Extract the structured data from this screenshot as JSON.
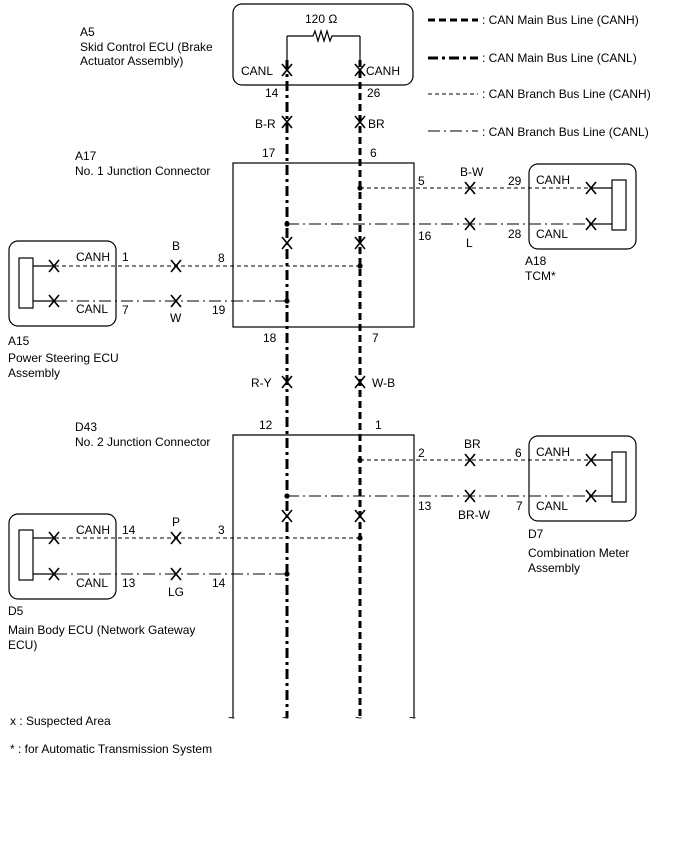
{
  "diagram": {
    "resistor_label": "120 Ω",
    "legend": {
      "main_canh": ": CAN Main Bus Line (CANH)",
      "main_canl": ": CAN Main Bus Line (CANL)",
      "branch_canh": ": CAN Branch Bus Line (CANH)",
      "branch_canl": ": CAN Branch Bus Line (CANL)"
    },
    "a5": {
      "code": "A5",
      "name_line1": "Skid Control ECU (Brake",
      "name_line2": "Actuator Assembly)",
      "canl": "CANL",
      "canh": "CANH",
      "pin_l": "14",
      "pin_h": "26",
      "wire_l": "B-R",
      "wire_h": "BR"
    },
    "a17": {
      "code": "A17",
      "name": "No. 1 Junction Connector",
      "pin_top_l": "17",
      "pin_top_h": "6",
      "pin_bot_l": "18",
      "pin_bot_h": "7",
      "pin_5": "5",
      "pin_16": "16",
      "pin_8": "8",
      "pin_19": "19"
    },
    "a18": {
      "code": "A18",
      "name": "TCM*",
      "canh": "CANH",
      "canl": "CANL",
      "pin_h": "29",
      "pin_l": "28",
      "wire_h": "B-W",
      "wire_l": "L"
    },
    "a15": {
      "code": "A15",
      "name_line1": "Power Steering ECU",
      "name_line2": "Assembly",
      "canh": "CANH",
      "canl": "CANL",
      "pin_h": "1",
      "pin_l": "7",
      "wire_h": "B",
      "wire_l": "W"
    },
    "mid_wires": {
      "wire_l": "R-Y",
      "wire_h": "W-B"
    },
    "d43": {
      "code": "D43",
      "name": "No. 2 Junction Connector",
      "pin_top_l": "12",
      "pin_top_h": "1",
      "pin_2": "2",
      "pin_13": "13",
      "pin_3": "3",
      "pin_14": "14"
    },
    "d7": {
      "code": "D7",
      "name_line1": "Combination Meter",
      "name_line2": "Assembly",
      "canh": "CANH",
      "canl": "CANL",
      "pin_h": "6",
      "pin_l": "7",
      "wire_h": "BR",
      "wire_l": "BR-W"
    },
    "d5": {
      "code": "D5",
      "name_line1": "Main Body ECU (Network Gateway",
      "name_line2": "ECU)",
      "canh": "CANH",
      "canl": "CANL",
      "pin_h": "14",
      "pin_l": "13",
      "wire_h": "P",
      "wire_l": "LG"
    },
    "notes": {
      "suspected": "x : Suspected Area",
      "automatic": "* : for Automatic Transmission System"
    }
  }
}
